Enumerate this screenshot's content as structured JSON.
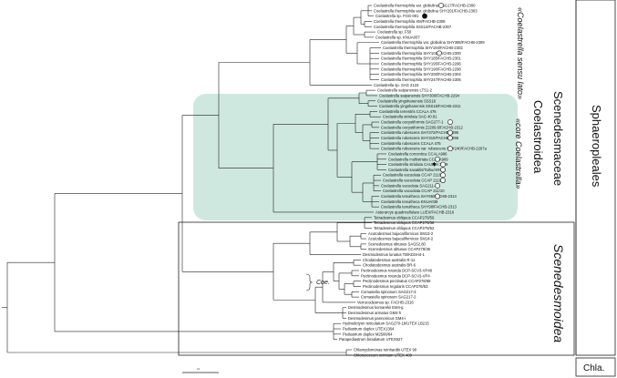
{
  "figure": {
    "type": "phylogenetic-tree",
    "labels": {
      "sensu_lato": "«Coelastrella sensu lato»",
      "core": "«core Coelastrella»",
      "coelastroidea": "Coelastroidea",
      "scenedesmoidea": "Scenedesmoidea",
      "scenedesmaceae": "Scenedesmaceae",
      "sphaeropleales": "Sphaeropleales",
      "chla": "Chla.",
      "coe": "Coe.",
      "scale": "0.1"
    },
    "colors": {
      "core_box": "#cfe8df",
      "branch": "#222222"
    },
    "taxa": [
      "Coelastrella thermophila var. globulina SSG17/FACHB-2300",
      "Coelastrella thermophila var. globulina SHY201/FACHB-2303",
      "Coelastrella sp. FGG-001",
      "Coelastrella thermophila XM/FACHB-2308",
      "Coelastrella thermophila SSS14/FACHB-2307",
      "Coelastrella sp. F50",
      "Coelastrella sp. KNUA007",
      "Coelastrella thermophila var. globulina SHY385/FACHB-2309",
      "Coelastrella thermophila SHY194/FACHB-2302",
      "Coelastrella thermophila SHY101/FACHB-2300",
      "Coelastrella thermophila SHY185/FACHB-2301",
      "Coelastrella thermophila SHY195/FACHB-2296",
      "Coelastrella thermophila SHY190/FACHB-2298",
      "Coelastrella thermophila SHY200/FACHB-2304",
      "Coelastrella thermophila SHY247/FACHB-2305",
      "Coelastrella sp. SAG 2123",
      "Coelastrella saipanensis LTS1-2",
      "Coelastrella saipanensis SHY300/FACHB-2294",
      "Coelastrella yingshanensis SSS18",
      "Coelastrella yingshanensis SSS15/FACHB-2311",
      "Coelastrella terrestris CCALA 476",
      "Coelastrella striolata SAG 40.81",
      "Coelastrella oocystiformis SAG277-1",
      "Coelastrella oocystiformis ZJ209.6/FACHB-2312",
      "Coelastrella rubescens SHY372/FACHB-2295",
      "Coelastrella rubescens SHY310/FACHB-2296",
      "Coelastrella rubescens CCALA 475",
      "Coelastrella rubescens var. rubescens SHY240/FACHB-2297a",
      "Coelastrella corcontica CCALA986",
      "Coelastrella multistriata CCALA989",
      "Coelastrella striolata CAUP H 3609",
      "Coelastrella saxatilis/Taihu/ARC-2",
      "Coelastrella vacuolata CCAP 2118C",
      "Coelastrella vacuolata CCAP 2118E",
      "Coelastrella vacuolata SAG211-8b",
      "Coelastrella vacuolata CCAP 211/10",
      "Coelastrella tenuitheca SHY65/FACHB-2314",
      "Coelastrella tenuitheca KNUA039",
      "Coelastrella tenuitheca SHY98/FACHB-2313",
      "Asterarcys quadricellulare LUEX/FACHB-2316",
      "Tetradesmus obliquus CCAP276/59",
      "Tetradesmus obliquus CCAP276/38",
      "Tetradesmus obliquus CCAP276/52",
      "Acutodesmus bajacalifornicus SM13-2",
      "Acutodesmus bajacalifornicus SM14-2",
      "Scenedesmus obtusus SAG52.80",
      "Scenedesmus obtusus CCAP276/36",
      "Desmodesmus lunatus TB/KDSH4-1",
      "Chodatodesmus australis R-11",
      "Chodatodesmus australis BR-6",
      "Pectinodesmus rotunda DCP-SCV3-VP48",
      "Pectinodesmus rotunda DCP-SCV3-VP4",
      "Pectinodesmus pectinatus CCAP276/68",
      "Pectinodesmus regularis CCAP276/53",
      "Comasiella spinosum SAG217-3",
      "Comasiella spinosum SAG217-2",
      "Verrucodesmus sp. FACHB-2316",
      "Desmodesmus komarekii EM4-g",
      "Desmodesmus armatus GM4-h",
      "Desmodesmus pannonicus GM4-i",
      "Hydrodictyon reticulatum SAG270-1b/UTEX LB215",
      "Pediastrum duplex UTEX1364",
      "Pediastrum duplex M2506/64",
      "Parapediastrum biradiatum UTEX527",
      "Chlamydomonas reinhardtii UTEX 90",
      "Chlorococcum scrinium UTEX 409"
    ]
  }
}
